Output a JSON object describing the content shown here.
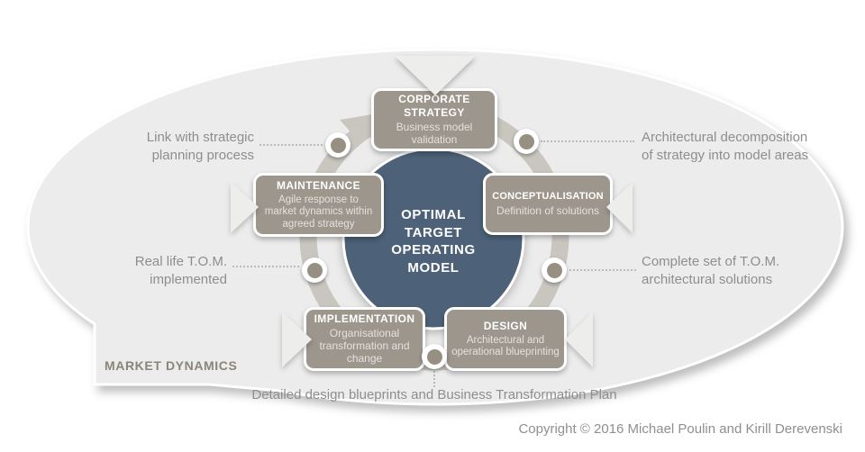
{
  "diagram": {
    "core_label": "OPTIMAL\nTARGET\nOPERATING\nMODEL",
    "zone_label": "MARKET DYNAMICS",
    "copyright": "Copyright © 2016 Michael Poulin and Kirill Derevenski",
    "stages": [
      {
        "title": "CORPORATE\nSTRATEGY",
        "subtitle": "Business model\nvalidation"
      },
      {
        "title": "CONCEPTUALISATION",
        "subtitle": "Definition of solutions"
      },
      {
        "title": "DESIGN",
        "subtitle": "Architectural and\noperational blueprinting"
      },
      {
        "title": "IMPLEMENTATION",
        "subtitle": "Organisational\ntransformation and\nchange"
      },
      {
        "title": "MAINTENANCE",
        "subtitle": "Agile response to\nmarket dynamics within\nagreed strategy"
      }
    ],
    "annotations": [
      {
        "text": "Link with strategic\nplanning process"
      },
      {
        "text": "Architectural decomposition\nof strategy into model areas"
      },
      {
        "text": "Real life T.O.M.\nimplemented"
      },
      {
        "text": "Complete set of T.O.M.\narchitectural solutions"
      },
      {
        "text": "Detailed design blueprints and Business Transformation Plan"
      }
    ],
    "colors": {
      "core_circle": "#4d6278",
      "stage_box": "#9c968d",
      "cycle_ring": "#c9c5bf",
      "market_ellipse": "#ececec",
      "marker_fill": "#968f82",
      "annotation_text": "#8e8e90"
    }
  }
}
